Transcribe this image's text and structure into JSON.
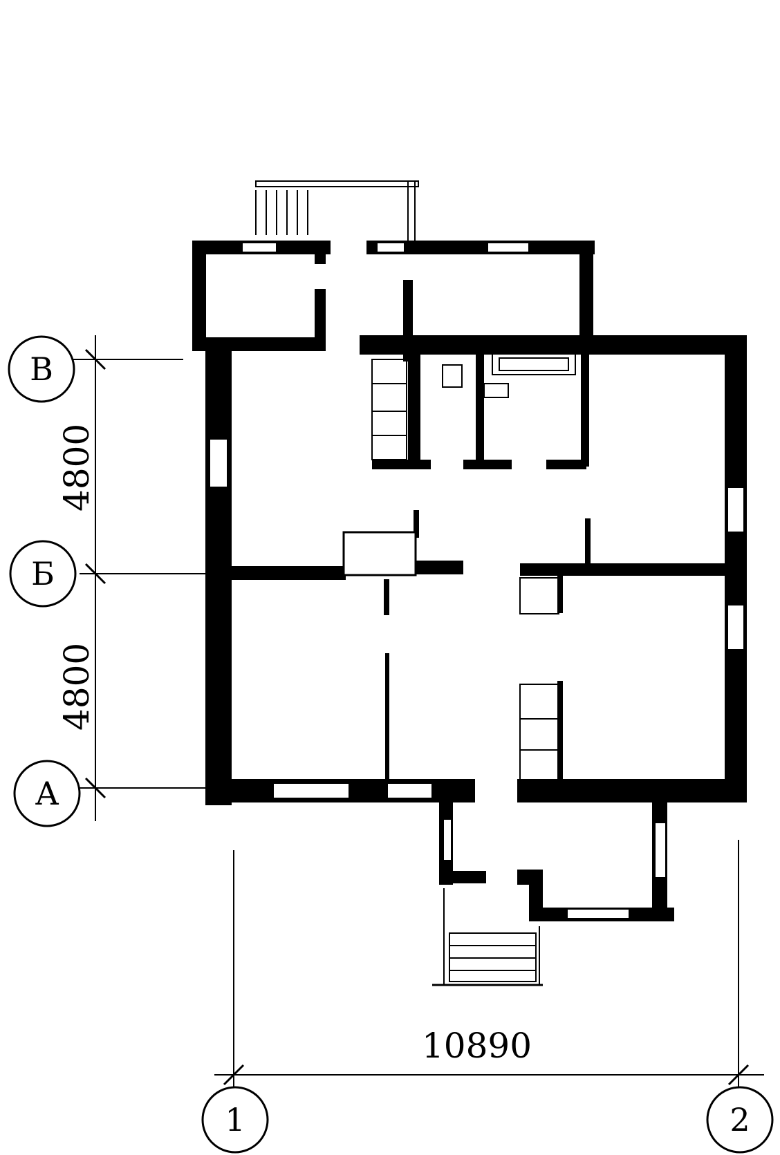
{
  "axes": {
    "rows": [
      {
        "label": "В"
      },
      {
        "label": "Б"
      },
      {
        "label": "А"
      }
    ],
    "columns": [
      {
        "label": "1"
      },
      {
        "label": "2"
      }
    ]
  },
  "dimensions": {
    "vertical_upper": "4800",
    "vertical_lower": "4800",
    "horizontal": "10890"
  }
}
